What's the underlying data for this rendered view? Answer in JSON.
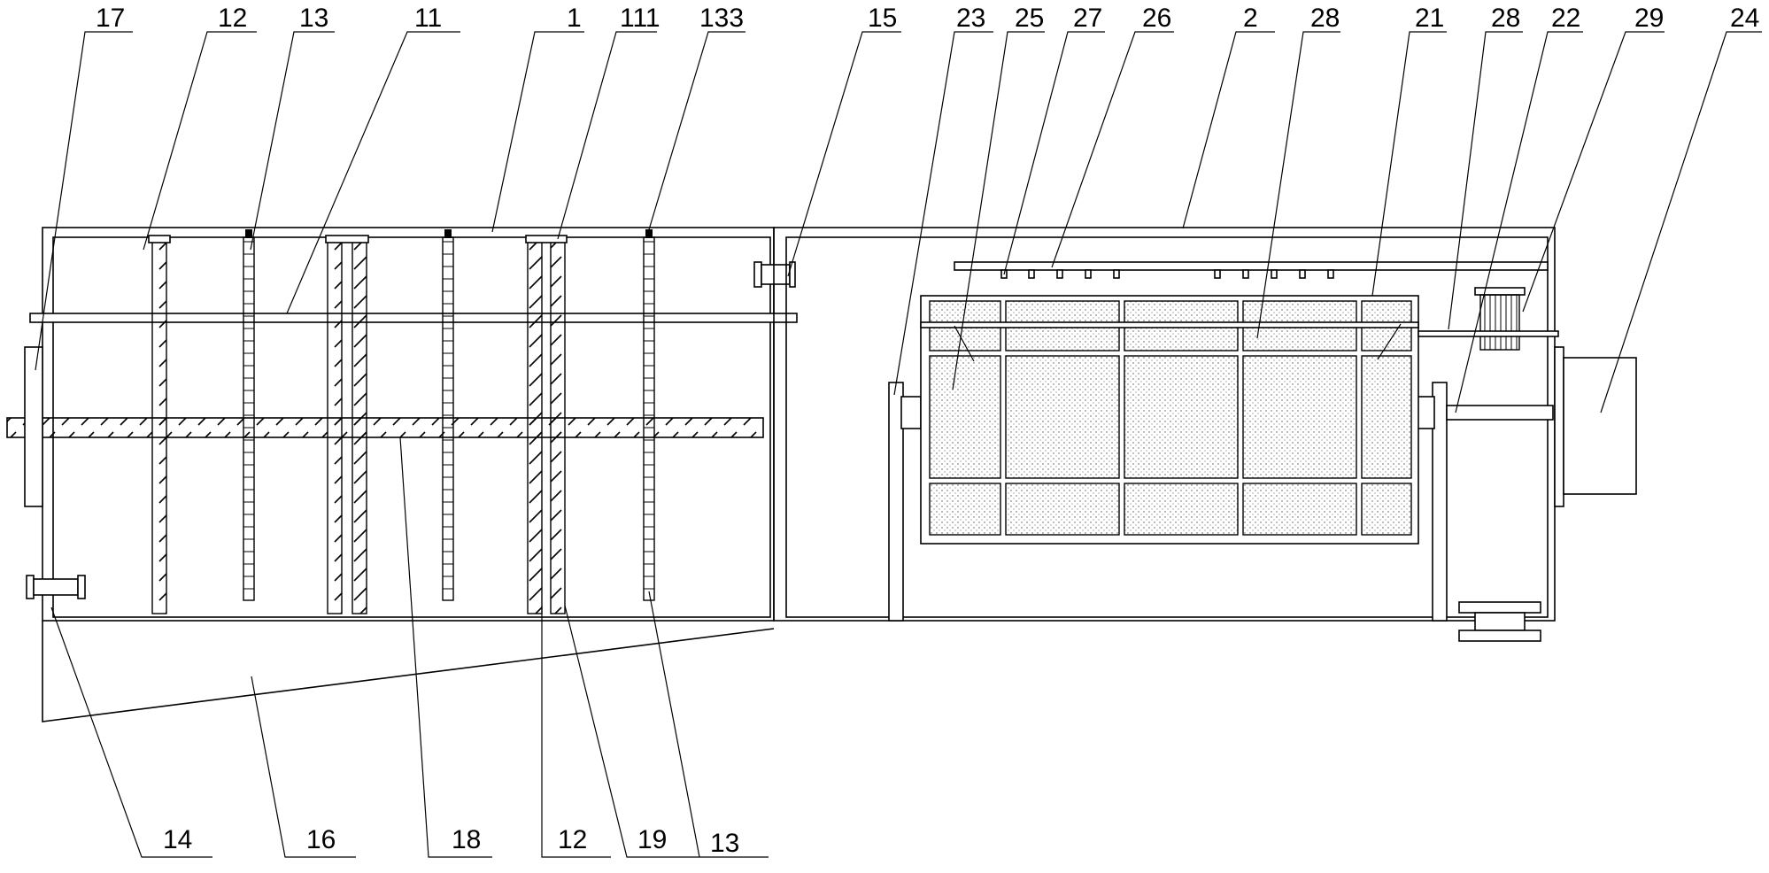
{
  "callouts_top": [
    "17",
    "12",
    "13",
    "11",
    "1",
    "111",
    "133",
    "15",
    "23",
    "25",
    "27",
    "26",
    "2",
    "28",
    "21",
    "28",
    "22",
    "29",
    "24"
  ],
  "callouts_bottom": [
    "14",
    "16",
    "18",
    "12",
    "19",
    "13"
  ],
  "colors": {
    "line": "#000000",
    "background": "#ffffff"
  }
}
